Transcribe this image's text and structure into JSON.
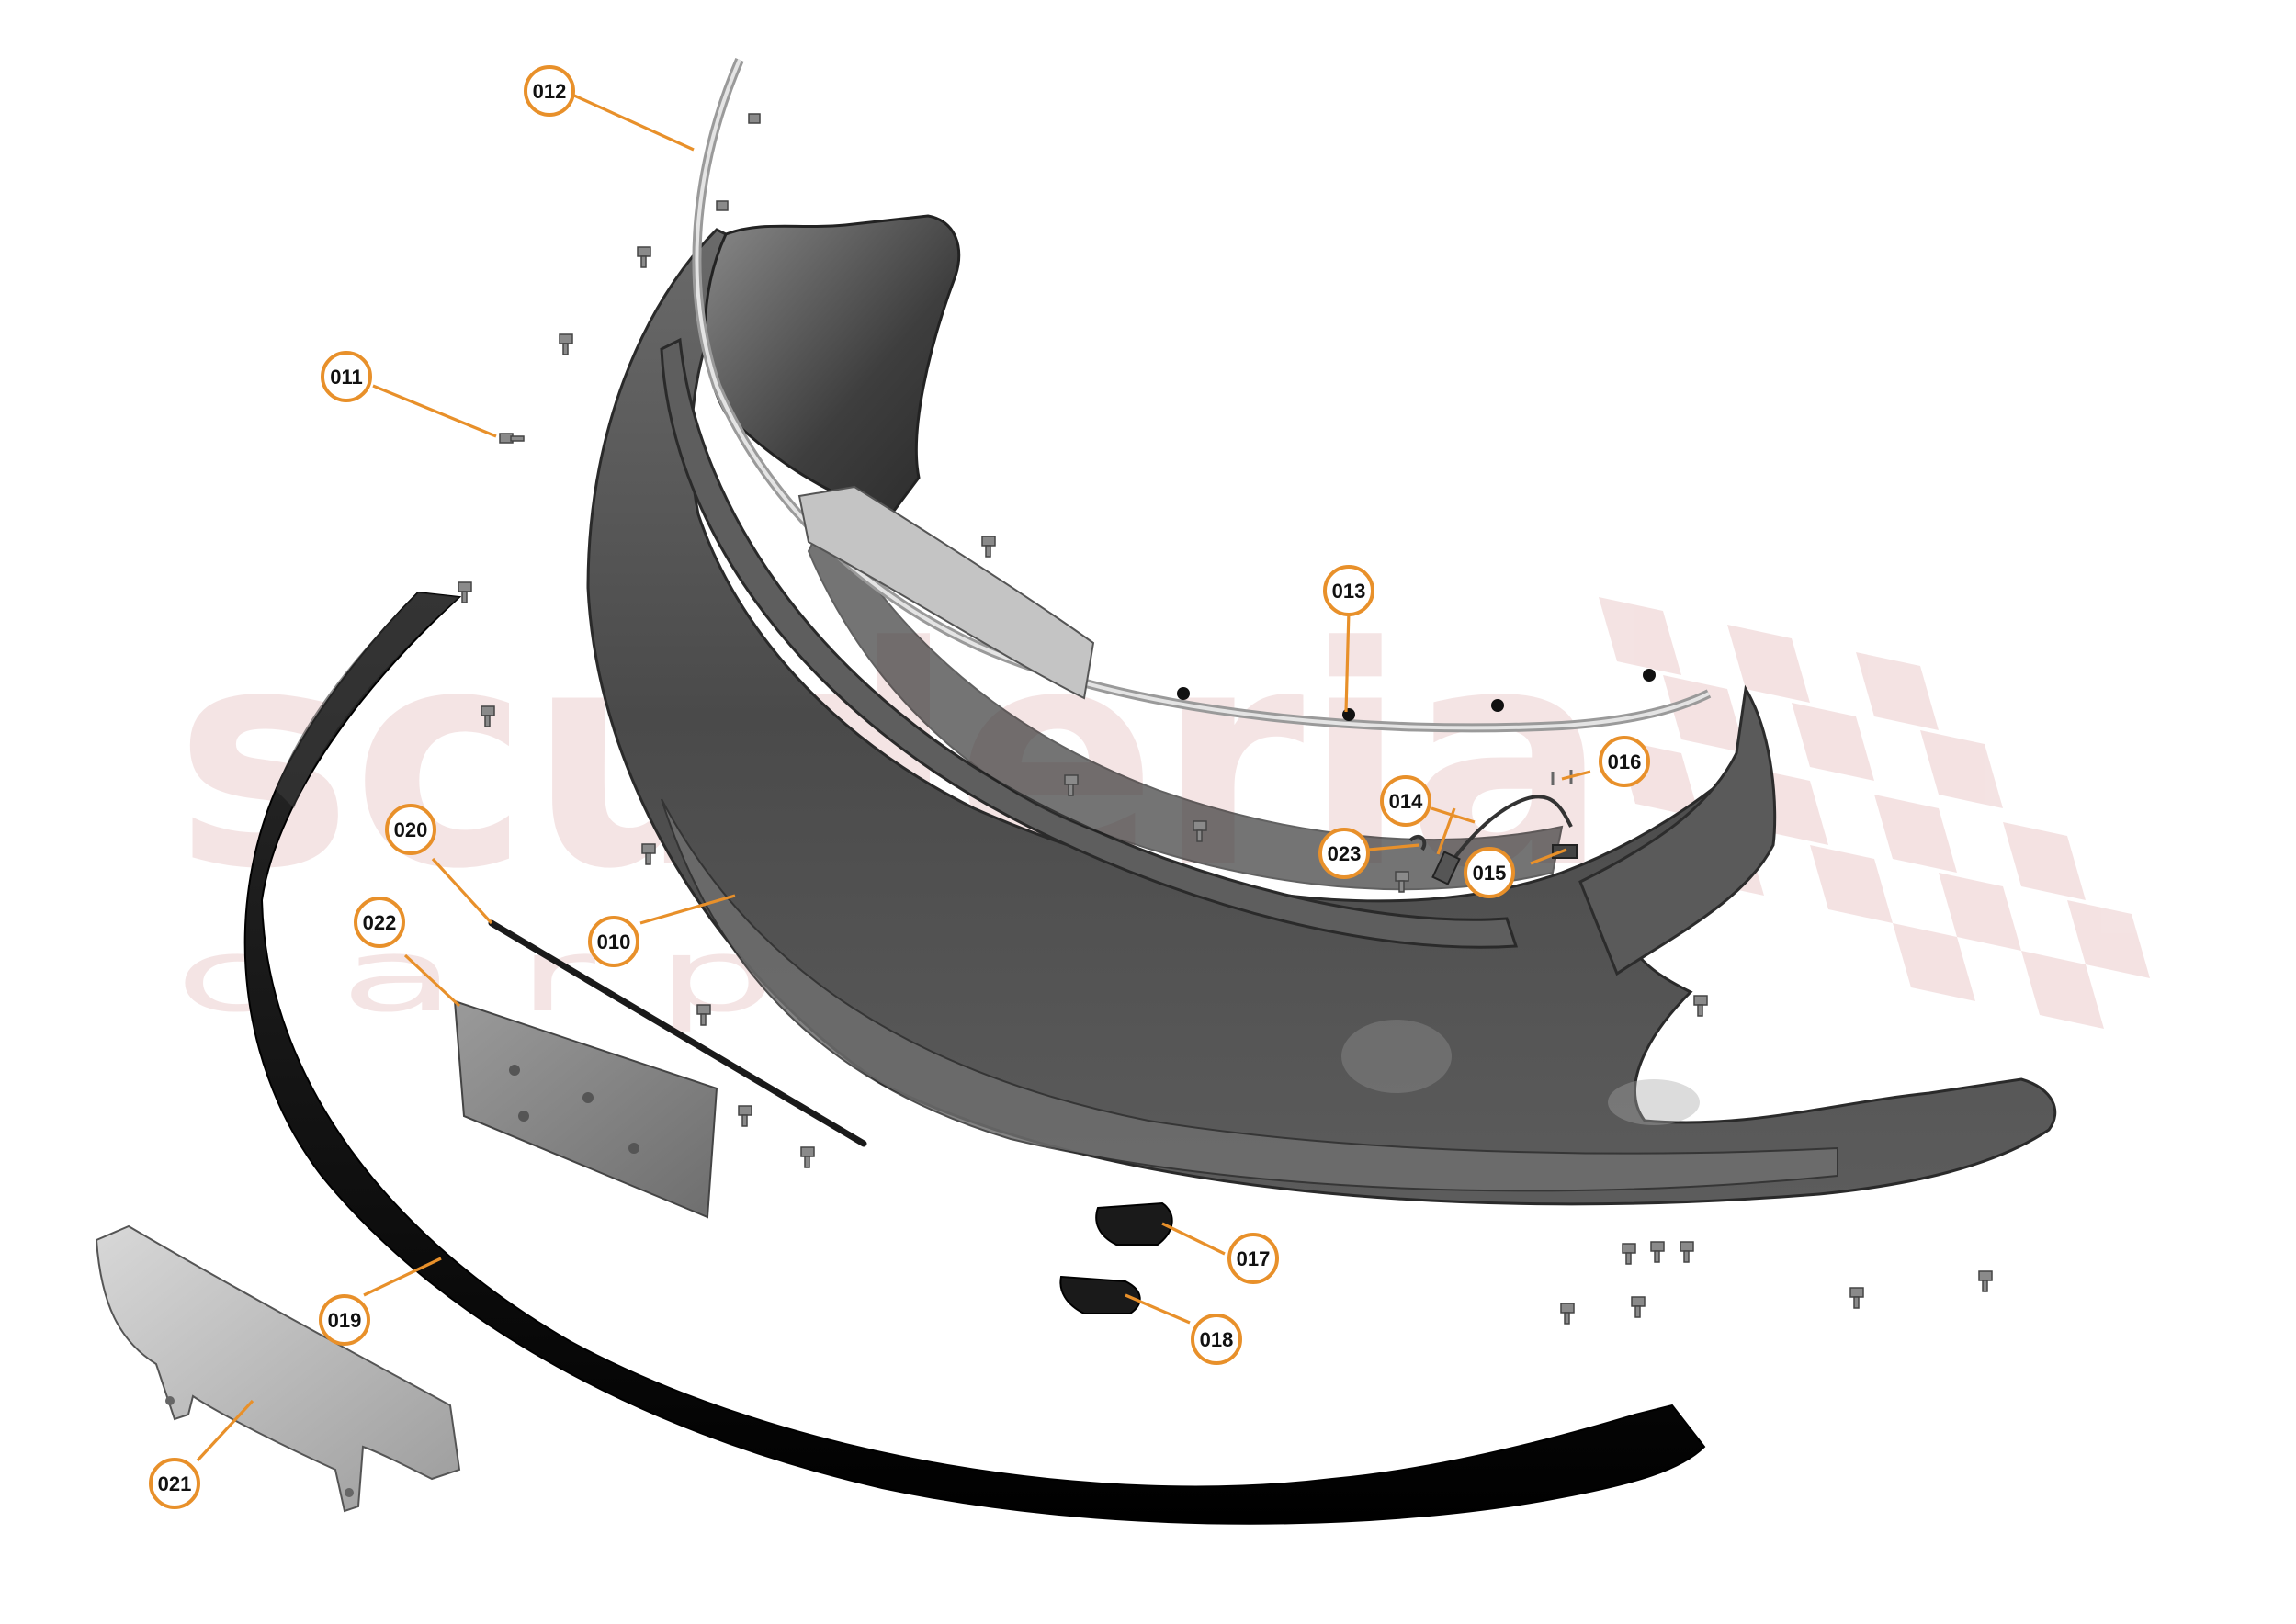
{
  "watermark": {
    "brand": "scuderia",
    "tagline": "c a r p a r t s"
  },
  "callouts": [
    {
      "id": "c010",
      "label": "010"
    },
    {
      "id": "c011",
      "label": "011"
    },
    {
      "id": "c012",
      "label": "012"
    },
    {
      "id": "c013",
      "label": "013"
    },
    {
      "id": "c014",
      "label": "014"
    },
    {
      "id": "c015",
      "label": "015"
    },
    {
      "id": "c016",
      "label": "016"
    },
    {
      "id": "c017",
      "label": "017"
    },
    {
      "id": "c018",
      "label": "018"
    },
    {
      "id": "c019",
      "label": "019"
    },
    {
      "id": "c020",
      "label": "020"
    },
    {
      "id": "c021",
      "label": "021"
    },
    {
      "id": "c022",
      "label": "022"
    },
    {
      "id": "c023",
      "label": "023"
    }
  ],
  "colors": {
    "accent": "#e8902a",
    "bumper": "#555555",
    "spoiler": "#0c0c0c",
    "watermark": "#b33a3a"
  }
}
